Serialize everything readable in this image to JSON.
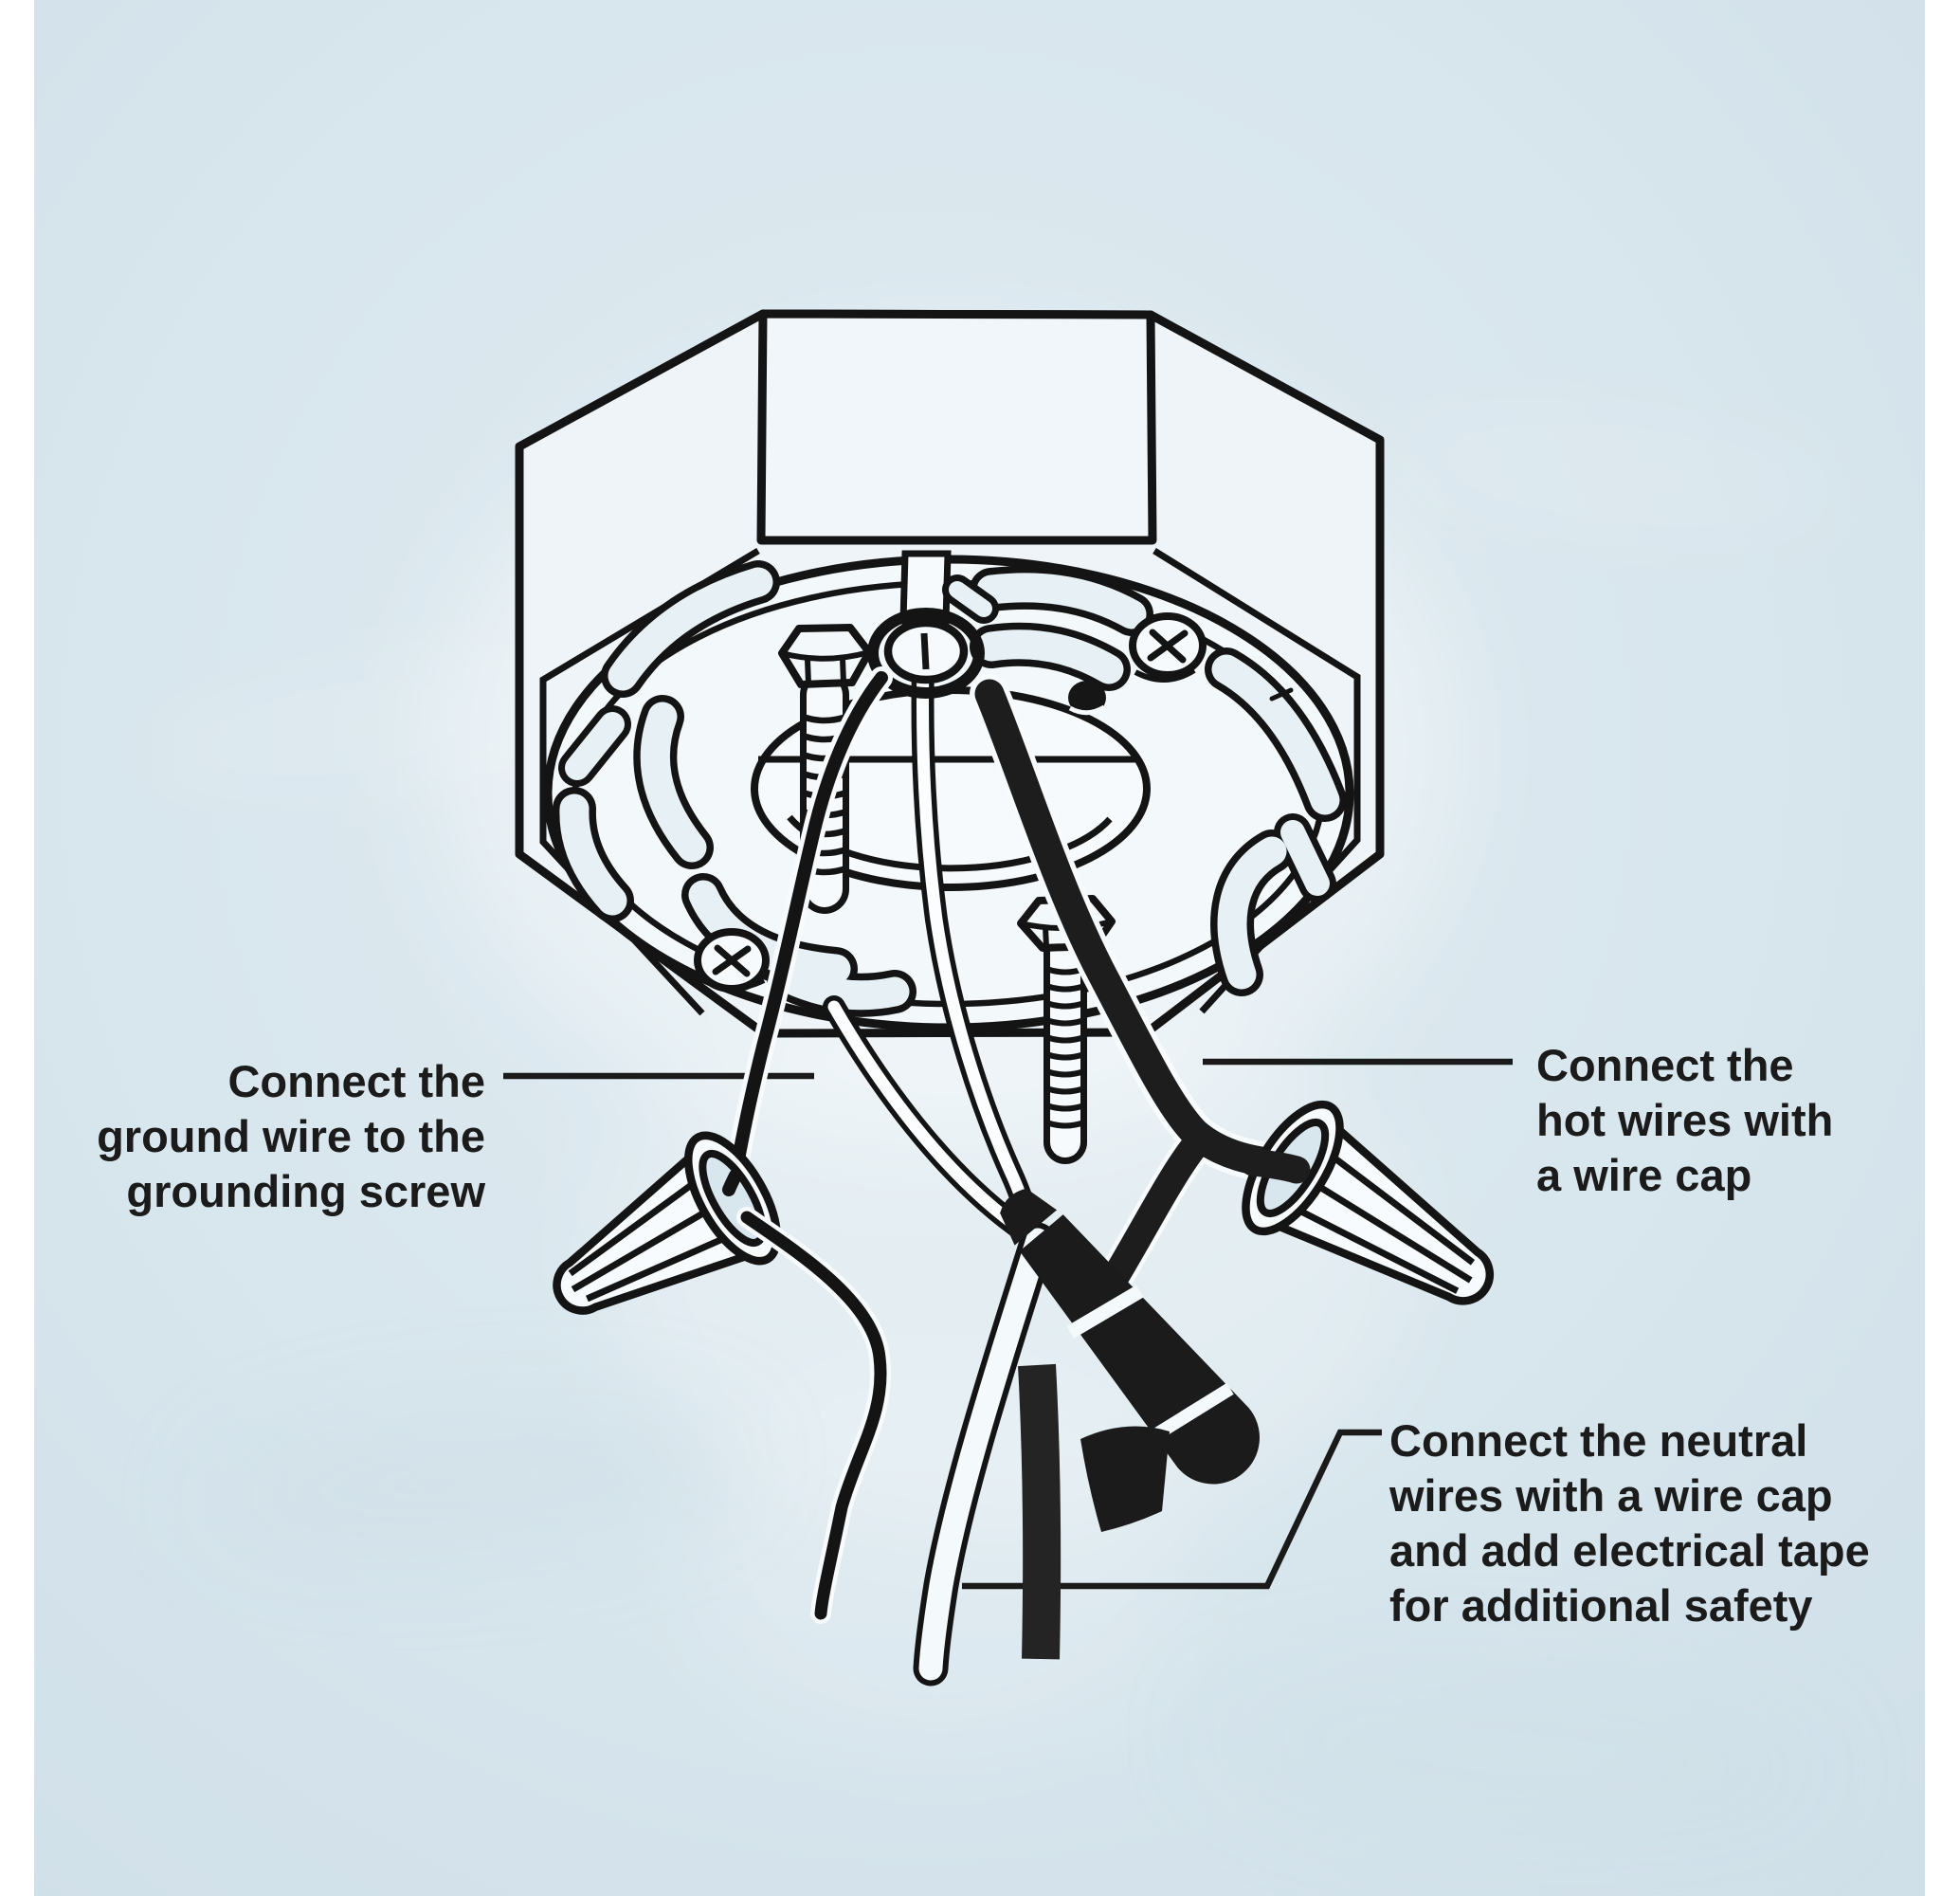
{
  "figure": {
    "type": "instructional-diagram",
    "subject": "Ceiling junction box light-fixture wiring instructions",
    "style": "black line art on pale blue watercolor background"
  },
  "colors": {
    "page_margin": "#ffffff",
    "background_blue": "#d7e5ec",
    "ink": "#161616",
    "paper_fill": "#eff5f8",
    "slot_fill": "#e6f0f5",
    "wire_black": "#1d1d1d",
    "wire_white": "#fbfdfe"
  },
  "annotations": {
    "ground": {
      "lines": [
        "Connect the",
        "ground wire to the",
        "grounding screw"
      ],
      "align": "right"
    },
    "hot": {
      "lines": [
        "Connect the",
        "hot wires with",
        "a wire cap"
      ],
      "align": "left"
    },
    "neutral": {
      "lines": [
        "Connect the neutral",
        "wires with a wire cap",
        "and add electrical tape",
        "for additional safety"
      ],
      "align": "left"
    }
  },
  "parts": [
    "octagonal junction box",
    "mounting plate with slots",
    "hex bolt",
    "grounding screw",
    "ground wire",
    "hot wires",
    "neutral wires",
    "wire caps",
    "electrical tape"
  ]
}
